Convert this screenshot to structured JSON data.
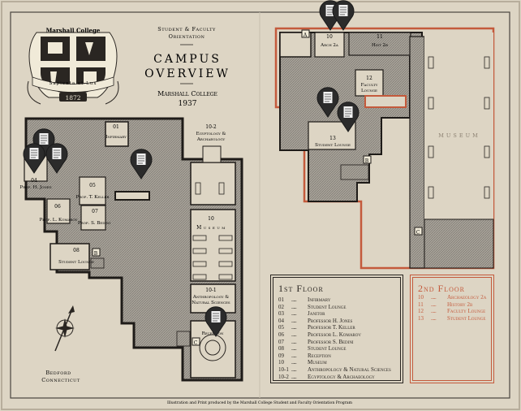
{
  "header": {
    "program_line1": "Student & Faculty",
    "program_line2": "Orientation",
    "title_line1": "CAMPUS",
    "title_line2": "OVERVIEW",
    "school": "Marshall College",
    "year": "1937"
  },
  "crest": {
    "name": "Marshall College",
    "motto": "Sapienta et Lux",
    "founded": "1872"
  },
  "rooms": {
    "r01": "01",
    "r01_name": "Infirmary",
    "r04": "04",
    "r04_name": "Prof. H. Jones",
    "r05": "05",
    "r05_name": "Prof. T. Keller",
    "r06": "06",
    "r06_name": "Prof. L. Komarov",
    "r07": "07",
    "r07_name": "Prof. S. Bedini",
    "r08": "08",
    "r08_name": "Student Lounge",
    "r10_2": "10-2",
    "r10_2_name_a": "Egyptology &",
    "r10_2_name_b": "Archaeology",
    "r10": "10",
    "r10_name": "Museum",
    "r10_1": "10-1",
    "r10_1_name_a": "Anthropology &",
    "r10_1_name_b": "Natural Sciences",
    "r09_name": "Reception",
    "u10": "10",
    "u10_name": "Arch 2a",
    "u11": "11",
    "u11_name": "Hist 2b",
    "u12": "12",
    "u12_name_a": "Faculty",
    "u12_name_b": "Lounge",
    "u13": "13",
    "u13_name": "Student Lounge",
    "museum_upper": "MUSEUM",
    "stair_a": "A",
    "stair_b": "B",
    "stair_c": "C",
    "stair_b2": "B",
    "stair_c2": "C"
  },
  "location": {
    "line1": "Bedford",
    "line2": "Connecticut"
  },
  "first_floor": {
    "title": "1st Floor",
    "items": [
      {
        "num": "01",
        "name": "Infirmary"
      },
      {
        "num": "02",
        "name": "Student Lounge"
      },
      {
        "num": "03",
        "name": "Janitor"
      },
      {
        "num": "04",
        "name": "Professor H. Jones"
      },
      {
        "num": "05",
        "name": "Professor T. Keller"
      },
      {
        "num": "06",
        "name": "Professor L. Komarov"
      },
      {
        "num": "07",
        "name": "Professor S. Bedini"
      },
      {
        "num": "08",
        "name": "Student Lounge"
      },
      {
        "num": "09",
        "name": "Reception"
      },
      {
        "num": "10",
        "name": "Museum"
      },
      {
        "num": "10-1",
        "name": "Anthropology & Natural Sciences"
      },
      {
        "num": "10-2",
        "name": "Egyptology & Archaeology"
      }
    ]
  },
  "second_floor": {
    "title": "2nd Floor",
    "items": [
      {
        "num": "10",
        "name": "Archaeology 2a"
      },
      {
        "num": "11",
        "name": "History 2b"
      },
      {
        "num": "12",
        "name": "Faculty Lounge"
      },
      {
        "num": "13",
        "name": "Student Lounge"
      }
    ]
  },
  "footer": "Illustration and Print produced by the Marshall College Student and Faculty Orientation Program",
  "colors": {
    "paper": "#ddd5c4",
    "ink": "#2a2622",
    "hatch": "#8f8a82",
    "accent": "#c45a3c",
    "pin": "#2b2b2b"
  },
  "icons": {
    "pin": "document-pin-icon",
    "compass": "compass-rose-icon",
    "crest": "crest-shield-icon"
  }
}
